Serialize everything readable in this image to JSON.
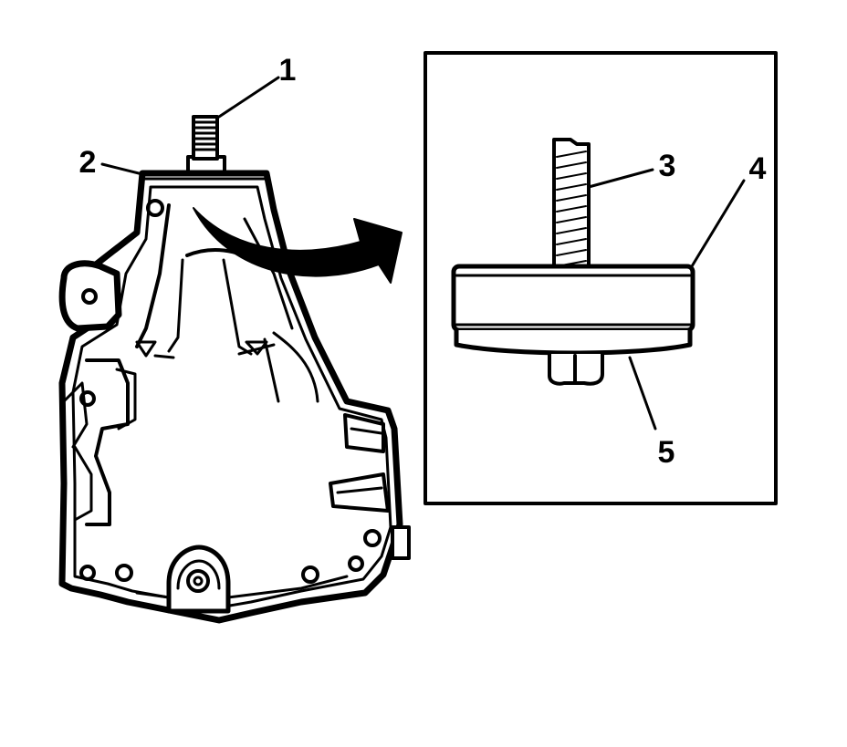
{
  "callouts": {
    "c1": "1",
    "c2": "2",
    "c3": "3",
    "c4": "4",
    "c5": "5"
  },
  "colors": {
    "ink": "#000000",
    "paper": "#ffffff",
    "shade": "#d9d9d9"
  }
}
